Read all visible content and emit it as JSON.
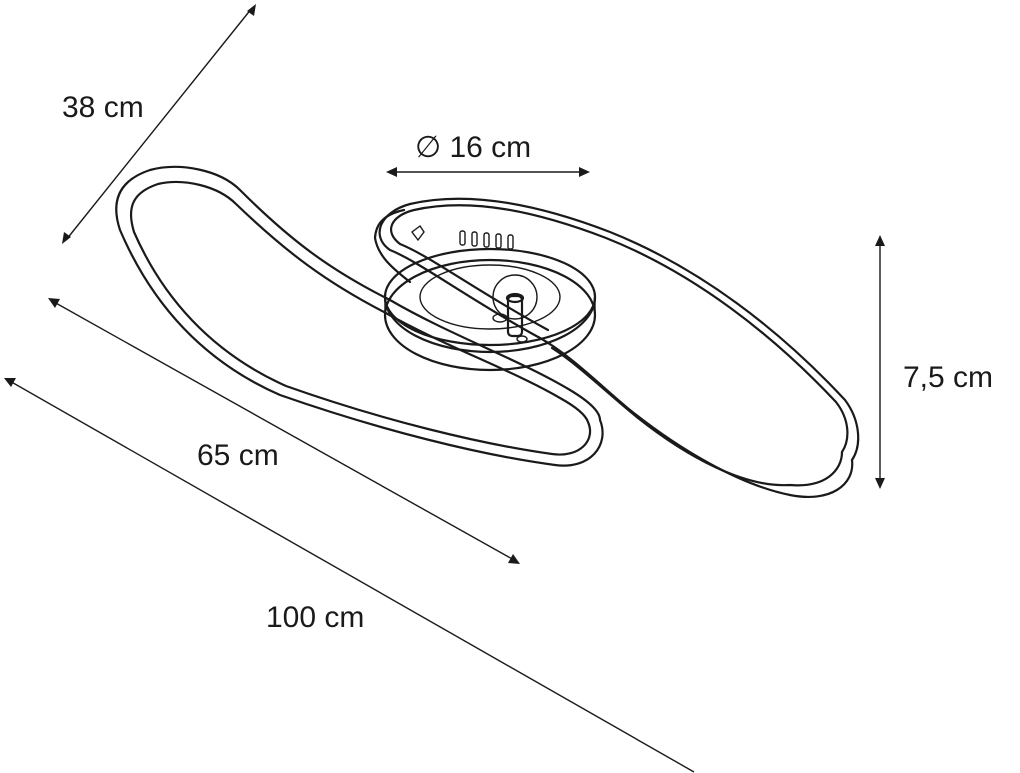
{
  "dimensions": {
    "depth": "38 cm",
    "canopy_diameter": "∅ 16 cm",
    "height": "7,5 cm",
    "frame_length": "65 cm",
    "total_length": "100 cm"
  },
  "colors": {
    "line": "#1a1a1a",
    "background": "#ffffff"
  }
}
